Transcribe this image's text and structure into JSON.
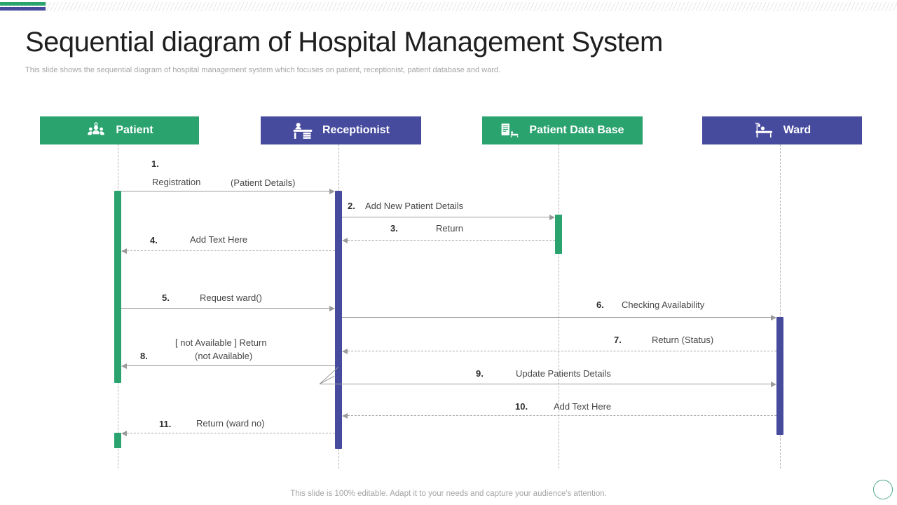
{
  "slide": {
    "title": "Sequential diagram of Hospital Management System",
    "subtitle": "This slide shows the sequential diagram of hospital management system which focuses on patient, receptionist, patient database and ward.",
    "footer_note": "This slide is 100% editable. Adapt it to your needs and capture your audience's attention."
  },
  "colors": {
    "green": "#2aa36f",
    "purple": "#474b9e",
    "arrow_gray": "#9b9b9b",
    "lifeline_gray": "#b5b5b5"
  },
  "actors": [
    {
      "label": "Patient",
      "icon": "patients-group-icon",
      "color": "#2aa36f"
    },
    {
      "label": "Receptionist",
      "icon": "reception-desk-icon",
      "color": "#474b9e"
    },
    {
      "label": "Patient Data Base",
      "icon": "patient-records-icon",
      "color": "#2aa36f"
    },
    {
      "label": "Ward",
      "icon": "hospital-bed-icon",
      "color": "#474b9e"
    }
  ],
  "messages": [
    {
      "num": "1.",
      "label": "Registration",
      "label2": "(Patient Details)",
      "type": "solid",
      "from": "Patient",
      "to": "Receptionist"
    },
    {
      "num": "2.",
      "label": "Add New Patient Details",
      "type": "solid",
      "from": "Receptionist",
      "to": "Patient Data Base"
    },
    {
      "num": "3.",
      "label": "Return",
      "type": "dashed",
      "from": "Patient Data Base",
      "to": "Receptionist"
    },
    {
      "num": "4.",
      "label": "Add Text Here",
      "type": "dashed",
      "from": "Receptionist",
      "to": "Patient"
    },
    {
      "num": "5.",
      "label": "Request ward()",
      "type": "solid",
      "from": "Patient",
      "to": "Receptionist"
    },
    {
      "num": "6.",
      "label": "Checking Availability",
      "type": "solid",
      "from": "Receptionist",
      "to": "Ward"
    },
    {
      "num": "7.",
      "label": "Return (Status)",
      "type": "dashed",
      "from": "Ward",
      "to": "Receptionist"
    },
    {
      "num": "8.",
      "label": "[ not Available ] Return",
      "label2": "(not Available)",
      "type": "solid",
      "from": "Receptionist",
      "to": "Patient"
    },
    {
      "num": "9.",
      "label": "Update Patients Details",
      "type": "solid",
      "from": "Receptionist",
      "to": "Ward"
    },
    {
      "num": "10.",
      "label": "Add Text Here",
      "type": "dashed",
      "from": "Ward",
      "to": "Receptionist"
    },
    {
      "num": "11.",
      "label": "Return (ward no)",
      "type": "dashed",
      "from": "Receptionist",
      "to": "Patient"
    }
  ]
}
